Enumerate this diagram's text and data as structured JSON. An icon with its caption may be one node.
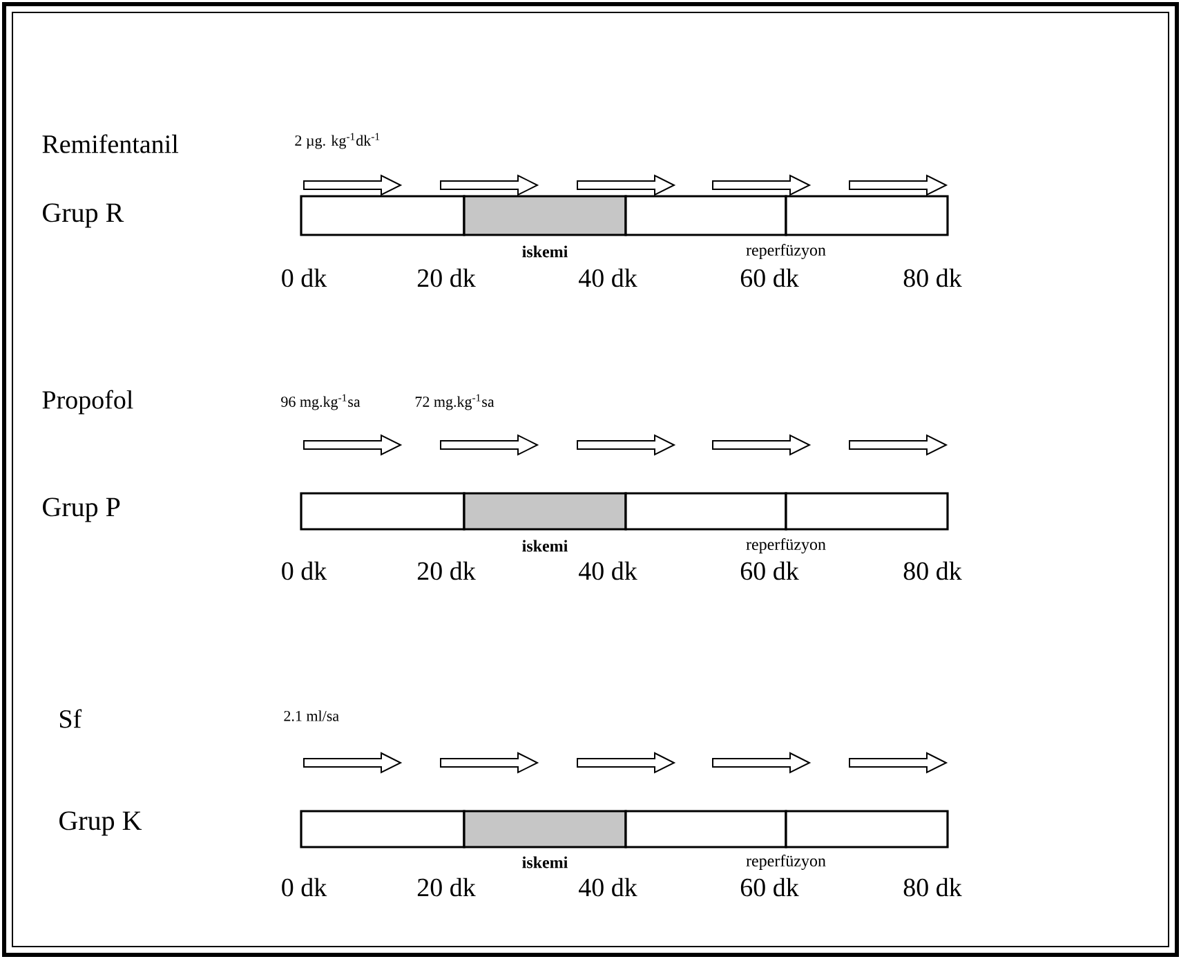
{
  "diagram": {
    "labels": [
      "Remifentanil",
      "2 µg. kg$^{-1}$dk$^{-1}$",
      "Grup R",
      "iskemi",
      "reperfüzyon",
      "0 dk",
      "20 dk",
      "40 dk",
      "60 dk",
      "80 dk",
      "Propofol",
      "96 mg.kg$^{-1}$sa",
      "72 mg.kg$^{-1}$sa",
      "Grup P",
      "iskemi",
      "reperfüzyon",
      "0 dk",
      "20 dk",
      "40 dk",
      "60 dk",
      "80 dk",
      "Sf",
      "2.1 ml/sa",
      "Grup K",
      "iskemi",
      "reperfüzyon",
      "0 dk",
      "20 dk",
      "40 dk",
      "60 dk",
      "80 dk"
    ]
  }
}
